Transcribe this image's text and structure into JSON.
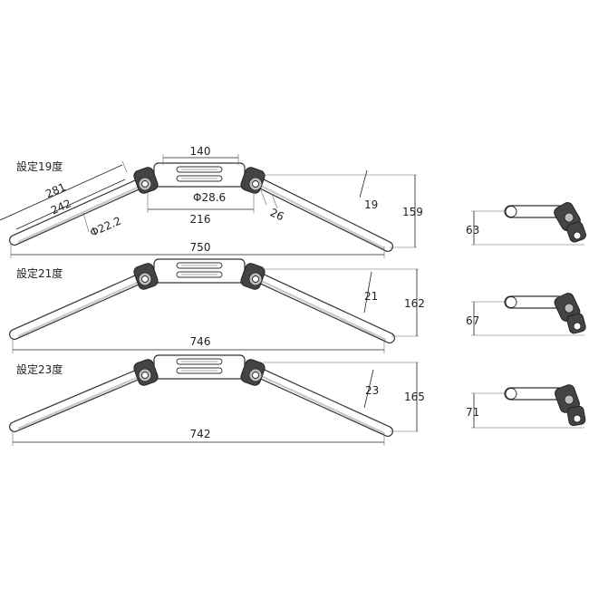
{
  "colors": {
    "line": "#222222",
    "tube_outline": "#333333",
    "fitting": "#444444",
    "background": "#ffffff"
  },
  "diagram": {
    "settings": [
      {
        "label": "設定19度",
        "angle": "19",
        "height": "159",
        "width": "750",
        "side_height": "63",
        "dims": {
          "center": "140",
          "clamp_width": "216",
          "clamp_dia": "Φ28.6",
          "bar_dia": "Φ22.2",
          "outer_len": "281",
          "inner_len": "242",
          "knurl": "26"
        }
      },
      {
        "label": "設定21度",
        "angle": "21",
        "height": "162",
        "width": "746",
        "side_height": "67"
      },
      {
        "label": "設定23度",
        "angle": "23",
        "height": "165",
        "width": "742",
        "side_height": "71"
      }
    ]
  }
}
